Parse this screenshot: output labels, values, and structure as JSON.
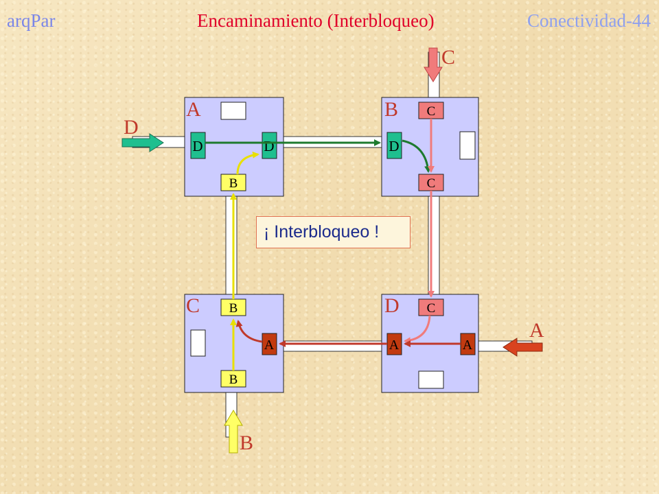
{
  "header": {
    "left": "arqPar",
    "center": "Encaminamiento (Interbloqueo)",
    "right": "Conectividad-44"
  },
  "nodes": {
    "A": "A",
    "B": "B",
    "C": "C",
    "D": "D"
  },
  "inputs": {
    "C": "C",
    "D": "D",
    "A": "A",
    "B": "B"
  },
  "buffers": {
    "A_left": "D",
    "A_right": "D",
    "A_bottom": "B",
    "B_top": "C",
    "B_left": "D",
    "B_bottom": "C",
    "C_top": "B",
    "C_right": "A",
    "C_bottom": "B",
    "D_top": "C",
    "D_left": "A",
    "D_right": "A"
  },
  "message": "¡ Interbloqueo !",
  "colors": {
    "header_left": "#7a86e8",
    "header_center": "#e0002a",
    "header_right": "#8fa0ee",
    "node_fill": "#ccccff",
    "label": "#c0392b",
    "packet_D": "#1fbf8f",
    "packet_D_arrow": "#1e7a2e",
    "packet_C": "#f07b7b",
    "packet_B": "#ffff66",
    "packet_A": "#c23a10"
  }
}
